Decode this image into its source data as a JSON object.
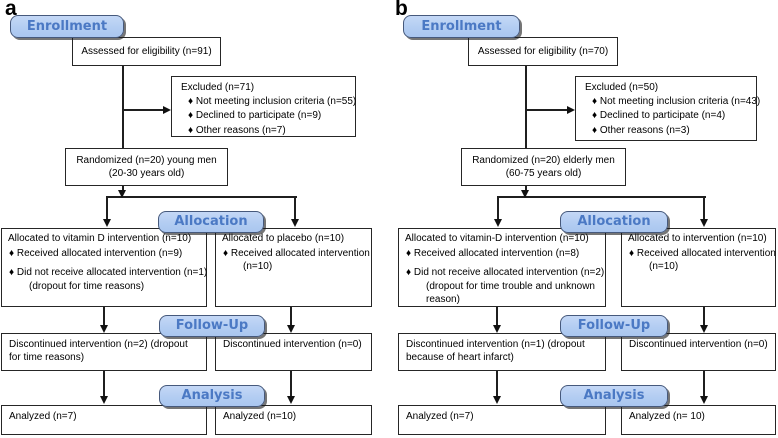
{
  "colors": {
    "stage_fill": "#b3cdf2",
    "stage_border": "#46597c",
    "stage_text": "#4b79c4",
    "box_border": "#262626",
    "arrow": "#111111"
  },
  "panels": {
    "a": {
      "letter": "a",
      "stage_enrollment": "Enrollment",
      "stage_allocation": "Allocation",
      "stage_followup": "Follow-Up",
      "stage_analysis": "Analysis",
      "assessed": "Assessed for eligibility (n=91)",
      "excluded_title": "Excluded  (n=71)",
      "excluded_items": [
        "♦ Not meeting inclusion criteria (n=55)",
        "♦ Declined to participate (n=9)",
        "♦ Other reasons (n=7)"
      ],
      "randomized_line1": "Randomized (n=20) young men",
      "randomized_line2": "(20-30 years old)",
      "alloc_left": {
        "title": "Allocated to vitamin D intervention (n=10)",
        "b1": "♦ Received allocated intervention (n=9)",
        "b2": "♦ Did not receive allocated intervention (n=1)",
        "b2cont": "(dropout for time reasons)"
      },
      "alloc_right": {
        "title": "Allocated to placebo (n=10)",
        "b1": "♦ Received allocated intervention",
        "b1cont": "(n=10)"
      },
      "followup_left": "Discontinued intervention (n=2) (dropout for time reasons)",
      "followup_right": "Discontinued intervention (n=0)",
      "analyzed_left": "Analyzed  (n=7)",
      "analyzed_right": "Analyzed (n=10)"
    },
    "b": {
      "letter": "b",
      "stage_enrollment": "Enrollment",
      "stage_allocation": "Allocation",
      "stage_followup": "Follow-Up",
      "stage_analysis": "Analysis",
      "assessed": "Assessed for eligibility (n=70)",
      "excluded_title": "Excluded  (n=50)",
      "excluded_items": [
        "♦ Not meeting inclusion criteria (n=43)",
        "♦ Declined to participate (n=4)",
        "♦ Other reasons (n=3)"
      ],
      "randomized_line1": "Randomized (n=20) elderly men",
      "randomized_line2": "(60-75 years old)",
      "alloc_left": {
        "title": "Allocated to vitamin-D intervention (n=10)",
        "b1": "♦ Received allocated intervention (n=8)",
        "b2": "♦ Did not receive allocated intervention  (n=2)",
        "b2cont": "(dropout for time trouble and unknown reason)"
      },
      "alloc_right": {
        "title": "Allocated to intervention (n=10)",
        "b1": "♦ Received allocated intervention",
        "b1cont": "(n=10)"
      },
      "followup_left": "Discontinued intervention (n=1) (dropout because of heart infarct)",
      "followup_right": "Discontinued intervention (n=0)",
      "analyzed_left": "Analyzed (n=7)",
      "analyzed_right": "Analyzed (n= 10)"
    }
  }
}
